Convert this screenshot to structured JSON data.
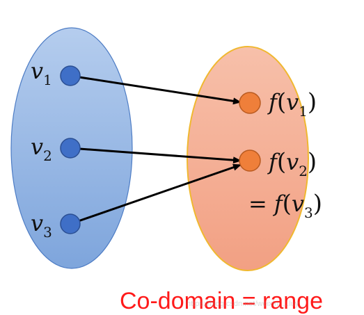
{
  "domain_set": {
    "points": [
      {
        "letter": "v",
        "subscript": "1"
      },
      {
        "letter": "v",
        "subscript": "2"
      },
      {
        "letter": "v",
        "subscript": "3"
      }
    ]
  },
  "codomain_set": {
    "points": [
      {
        "func": "f",
        "open": "(",
        "letter": "v",
        "subscript": "1",
        "close": ")"
      },
      {
        "func": "f",
        "open": "(",
        "letter": "v",
        "subscript": "2",
        "close": ")"
      }
    ],
    "equality_line": {
      "equals": "=",
      "func": "f",
      "open": "(",
      "letter": "v",
      "subscript": "3",
      "close": ")"
    }
  },
  "caption": "Co-domain = range",
  "watermark": "https://blog.csdn.net/weixin_...luy_",
  "colors": {
    "left_ellipse": "#9dbde6",
    "right_ellipse": "#f4a98a",
    "domain_dot": "#3f6fc7",
    "codomain_dot": "#ef7f3a",
    "arrow": "#000000",
    "caption": "#ff1a1a"
  }
}
